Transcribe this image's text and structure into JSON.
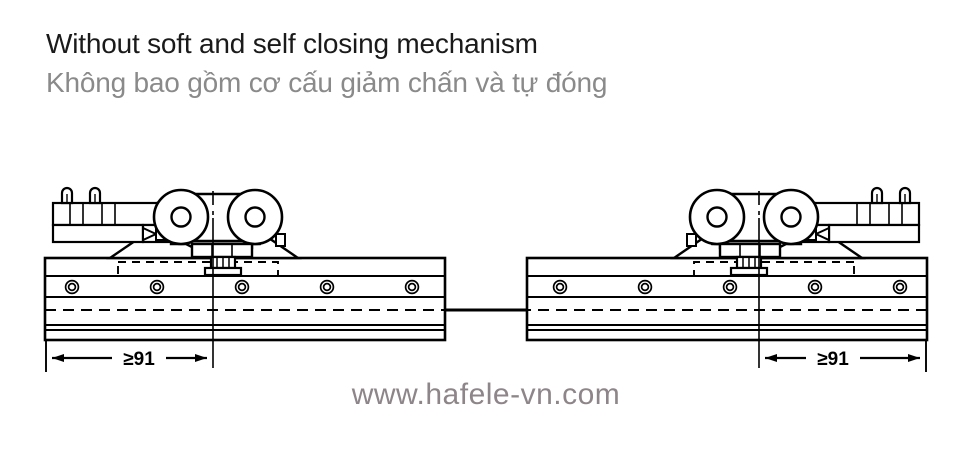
{
  "page": {
    "title": "Without soft and self closing mechanism",
    "subtitle": "Không bao gồm cơ cấu giảm chấn và tự đóng",
    "watermark": "www.hafele-vn.com",
    "background_color": "#ffffff",
    "title_color": "#1a1a1a",
    "subtitle_color": "#8a8a8a",
    "watermark_color": "#8d8589",
    "line_color": "#000000"
  },
  "diagram": {
    "type": "technical-drawing",
    "description": "Two mirrored side-view technical drawings of a sliding door roller carriage mounted on a running track rail",
    "views": [
      {
        "id": "left-view",
        "side": "left",
        "dimension_label": "≥91",
        "rail_hole_count": 5,
        "roller_count": 2,
        "pin_count": 2
      },
      {
        "id": "right-view",
        "side": "right",
        "dimension_label": "≥91",
        "rail_hole_count": 5,
        "roller_count": 2,
        "pin_count": 2
      }
    ],
    "dimensions": {
      "left_label": "≥91",
      "right_label": "≥91"
    }
  }
}
